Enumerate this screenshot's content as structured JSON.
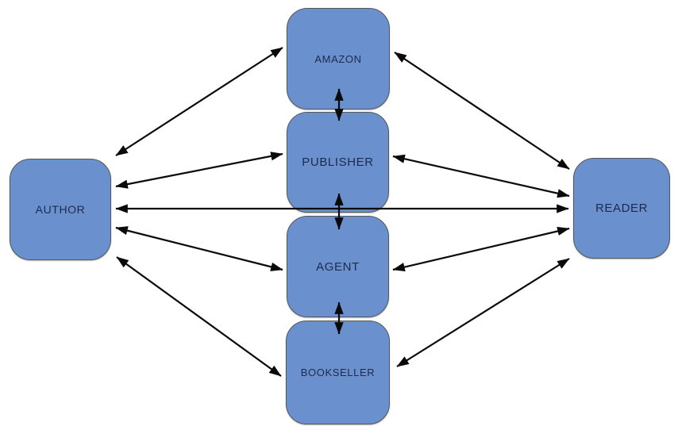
{
  "diagram": {
    "nodes": {
      "author": {
        "label": "AUTHOR"
      },
      "amazon": {
        "label": "AMAZON"
      },
      "publisher": {
        "label": "PUBLISHER"
      },
      "agent": {
        "label": "AGENT"
      },
      "bookseller": {
        "label": "BOOKSELLER"
      },
      "reader": {
        "label": "READER"
      }
    },
    "edges": [
      {
        "from": "author",
        "to": "amazon",
        "type": "bidirectional"
      },
      {
        "from": "author",
        "to": "publisher",
        "type": "bidirectional"
      },
      {
        "from": "author",
        "to": "reader",
        "type": "bidirectional"
      },
      {
        "from": "author",
        "to": "agent",
        "type": "bidirectional"
      },
      {
        "from": "author",
        "to": "bookseller",
        "type": "bidirectional"
      },
      {
        "from": "amazon",
        "to": "reader",
        "type": "bidirectional"
      },
      {
        "from": "publisher",
        "to": "reader",
        "type": "bidirectional"
      },
      {
        "from": "agent",
        "to": "reader",
        "type": "bidirectional"
      },
      {
        "from": "bookseller",
        "to": "reader",
        "type": "bidirectional"
      },
      {
        "from": "amazon",
        "to": "publisher",
        "type": "bidirectional"
      },
      {
        "from": "publisher",
        "to": "agent",
        "type": "bidirectional"
      },
      {
        "from": "agent",
        "to": "bookseller",
        "type": "bidirectional"
      }
    ],
    "colors": {
      "node_fill": "#6b90ce",
      "node_border": "#53575c",
      "node_label": "#1c2a4e",
      "arrow": "#0a0a0a",
      "background": "#ffffff"
    }
  }
}
